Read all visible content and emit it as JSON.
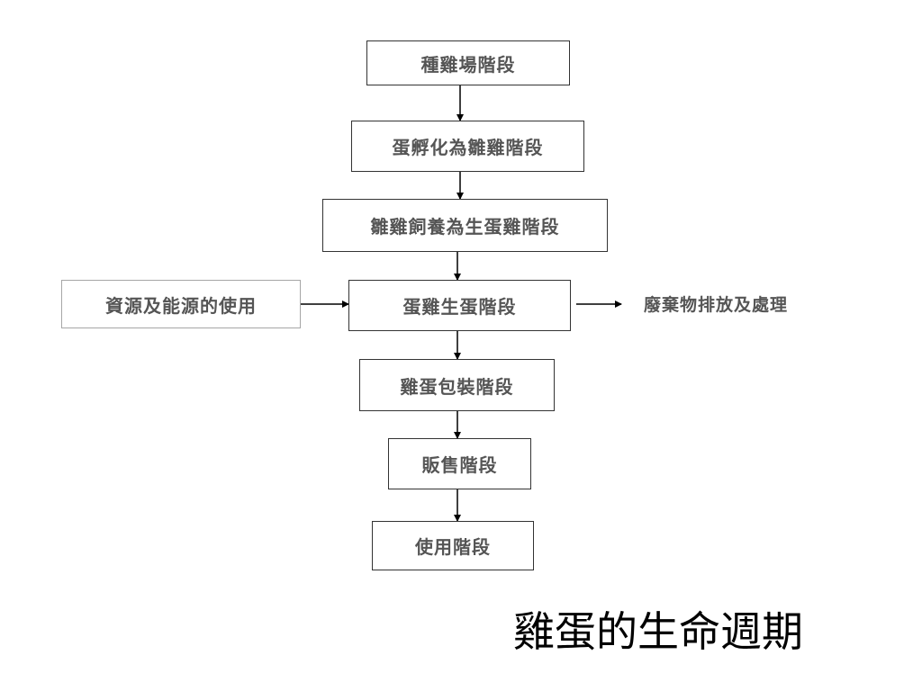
{
  "diagram": {
    "stages": [
      "種雞場階段",
      "蛋孵化為雛雞階段",
      "雛雞飼養為生蛋雞階段",
      "蛋雞生蛋階段",
      "雞蛋包裝階段",
      "販售階段",
      "使用階段"
    ],
    "input": "資源及能源的使用",
    "output": "廢棄物排放及處理",
    "title": "雞蛋的生命週期"
  }
}
